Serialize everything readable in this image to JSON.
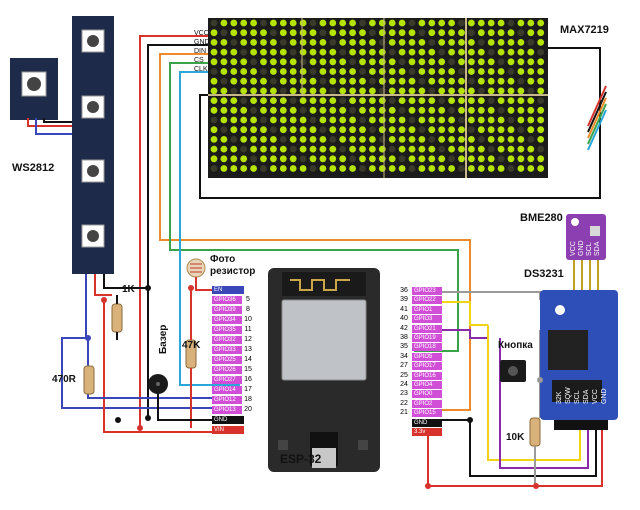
{
  "labels": {
    "max7219": "MAX7219",
    "ws2812": "WS2812",
    "bme280": "BME280",
    "ds3231": "DS3231",
    "esp32": "ESP-32",
    "photo": "Фото\nрезистор",
    "buzzer": "Базер",
    "button": "Кнопка",
    "r1k": "1K",
    "r470": "470R",
    "r47k": "47K",
    "r10k": "10K"
  },
  "max_signals": [
    "VCC",
    "GND",
    "DIN",
    "CS",
    "CLK"
  ],
  "left_pins": [
    {
      "label": "EN",
      "num": ""
    },
    {
      "label": "GPIO36",
      "num": "5"
    },
    {
      "label": "GPIO39",
      "num": "8"
    },
    {
      "label": "GPIO34",
      "num": "10"
    },
    {
      "label": "GPIO35",
      "num": "11"
    },
    {
      "label": "GPIO32",
      "num": "12"
    },
    {
      "label": "GPIO33",
      "num": "13"
    },
    {
      "label": "GPIO25",
      "num": "14"
    },
    {
      "label": "GPIO26",
      "num": "15"
    },
    {
      "label": "GPIO27",
      "num": "16"
    },
    {
      "label": "GPIO14",
      "num": "17"
    },
    {
      "label": "GPIO12",
      "num": "18"
    },
    {
      "label": "GPIO13",
      "num": "20"
    },
    {
      "label": "GND",
      "num": ""
    },
    {
      "label": "VIN",
      "num": ""
    }
  ],
  "right_pins": [
    {
      "label": "GPIO23",
      "num": "36"
    },
    {
      "label": "GPIO22",
      "num": "39"
    },
    {
      "label": "GPIO1",
      "num": "41"
    },
    {
      "label": "GPIO3",
      "num": "40"
    },
    {
      "label": "GPIO21",
      "num": "42"
    },
    {
      "label": "GPIO19",
      "num": "38"
    },
    {
      "label": "GPIO18",
      "num": "35"
    },
    {
      "label": "GPIO5",
      "num": "34"
    },
    {
      "label": "GPIO17",
      "num": "27"
    },
    {
      "label": "GPIO16",
      "num": "25"
    },
    {
      "label": "GPIO4",
      "num": "24"
    },
    {
      "label": "GPIO0",
      "num": "23"
    },
    {
      "label": "GPIO2",
      "num": "22"
    },
    {
      "label": "GPIO15",
      "num": "21"
    },
    {
      "label": "GND",
      "num": ""
    },
    {
      "label": "3.3v",
      "num": ""
    }
  ],
  "ds_pins": [
    "32K",
    "SQW",
    "SCL",
    "SDA",
    "VCC",
    "GND"
  ],
  "bme_pins": [
    "VCC",
    "GND",
    "SCL",
    "SDA"
  ],
  "colors": {
    "red": "#d8322c",
    "black": "#111111",
    "blue": "#3b46b8",
    "orange": "#ef8a2a",
    "green": "#3aa34a",
    "cyan": "#2aa6d8",
    "yellow": "#f1d415",
    "purple": "#8a2aa8",
    "gray": "#9a9a9a",
    "magenta": "#d14fd6",
    "led": "#b4e400",
    "board": "#2a2a2a",
    "ds": "#2e4fb8"
  }
}
